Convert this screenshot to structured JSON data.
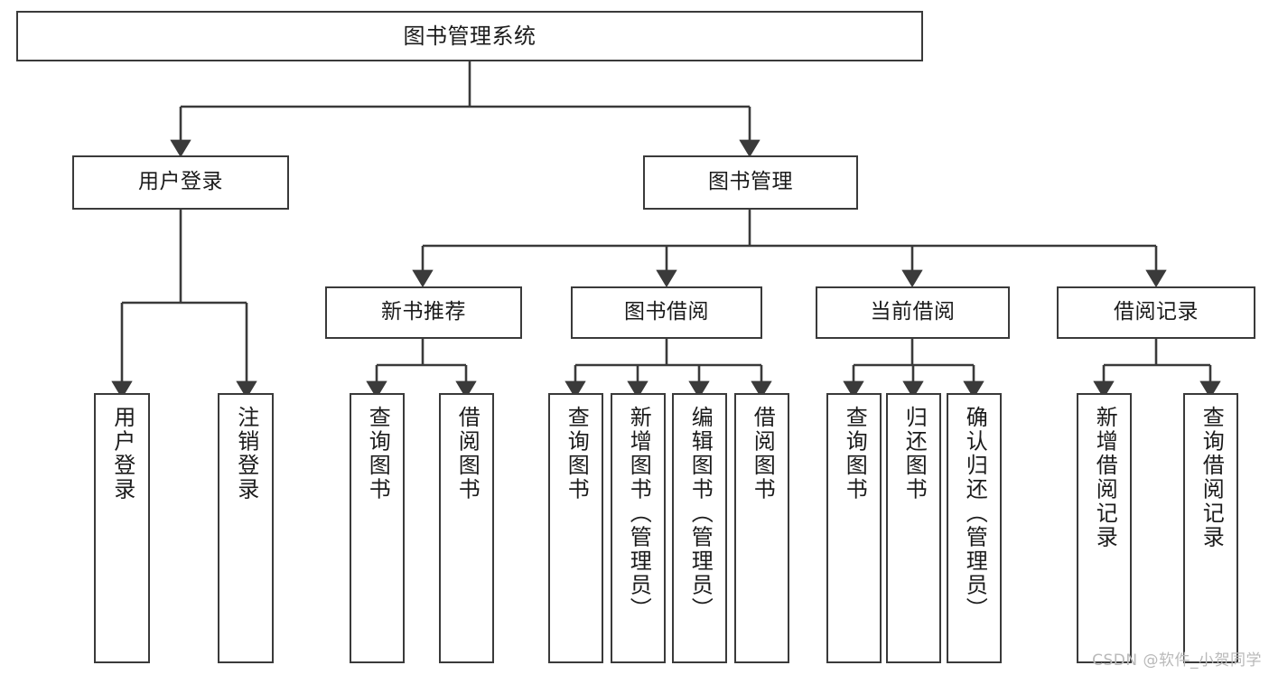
{
  "diagram": {
    "title": "图书管理系统",
    "type": "tree-hierarchy",
    "watermark": "CSDN @软件_小贺同学",
    "colors": {
      "background": "#ffffff",
      "box_border": "#3a3a3a",
      "box_fill": "#ffffff",
      "text": "#1b1b1b",
      "connector": "#3a3a3a",
      "watermark": "#b9b9b9"
    },
    "levels": {
      "root": {
        "label": "图书管理系统"
      },
      "level2": [
        {
          "label": "用户登录"
        },
        {
          "label": "图书管理"
        }
      ],
      "level3": [
        {
          "label": "新书推荐"
        },
        {
          "label": "图书借阅"
        },
        {
          "label": "当前借阅"
        },
        {
          "label": "借阅记录"
        }
      ],
      "leaves": {
        "user_login": [
          {
            "label": "用户登录"
          },
          {
            "label": "注销登录"
          }
        ],
        "new_book_recommend": [
          {
            "label": "查询图书"
          },
          {
            "label": "借阅图书"
          }
        ],
        "book_borrow": [
          {
            "label": "查询图书"
          },
          {
            "label": "新增图书（管理员）"
          },
          {
            "label": "编辑图书（管理员）"
          },
          {
            "label": "借阅图书"
          }
        ],
        "current_borrow": [
          {
            "label": "查询图书"
          },
          {
            "label": "归还图书"
          },
          {
            "label": "确认归还（管理员）"
          }
        ],
        "borrow_record": [
          {
            "label": "新增借阅记录"
          },
          {
            "label": "查询借阅记录"
          }
        ]
      }
    }
  }
}
